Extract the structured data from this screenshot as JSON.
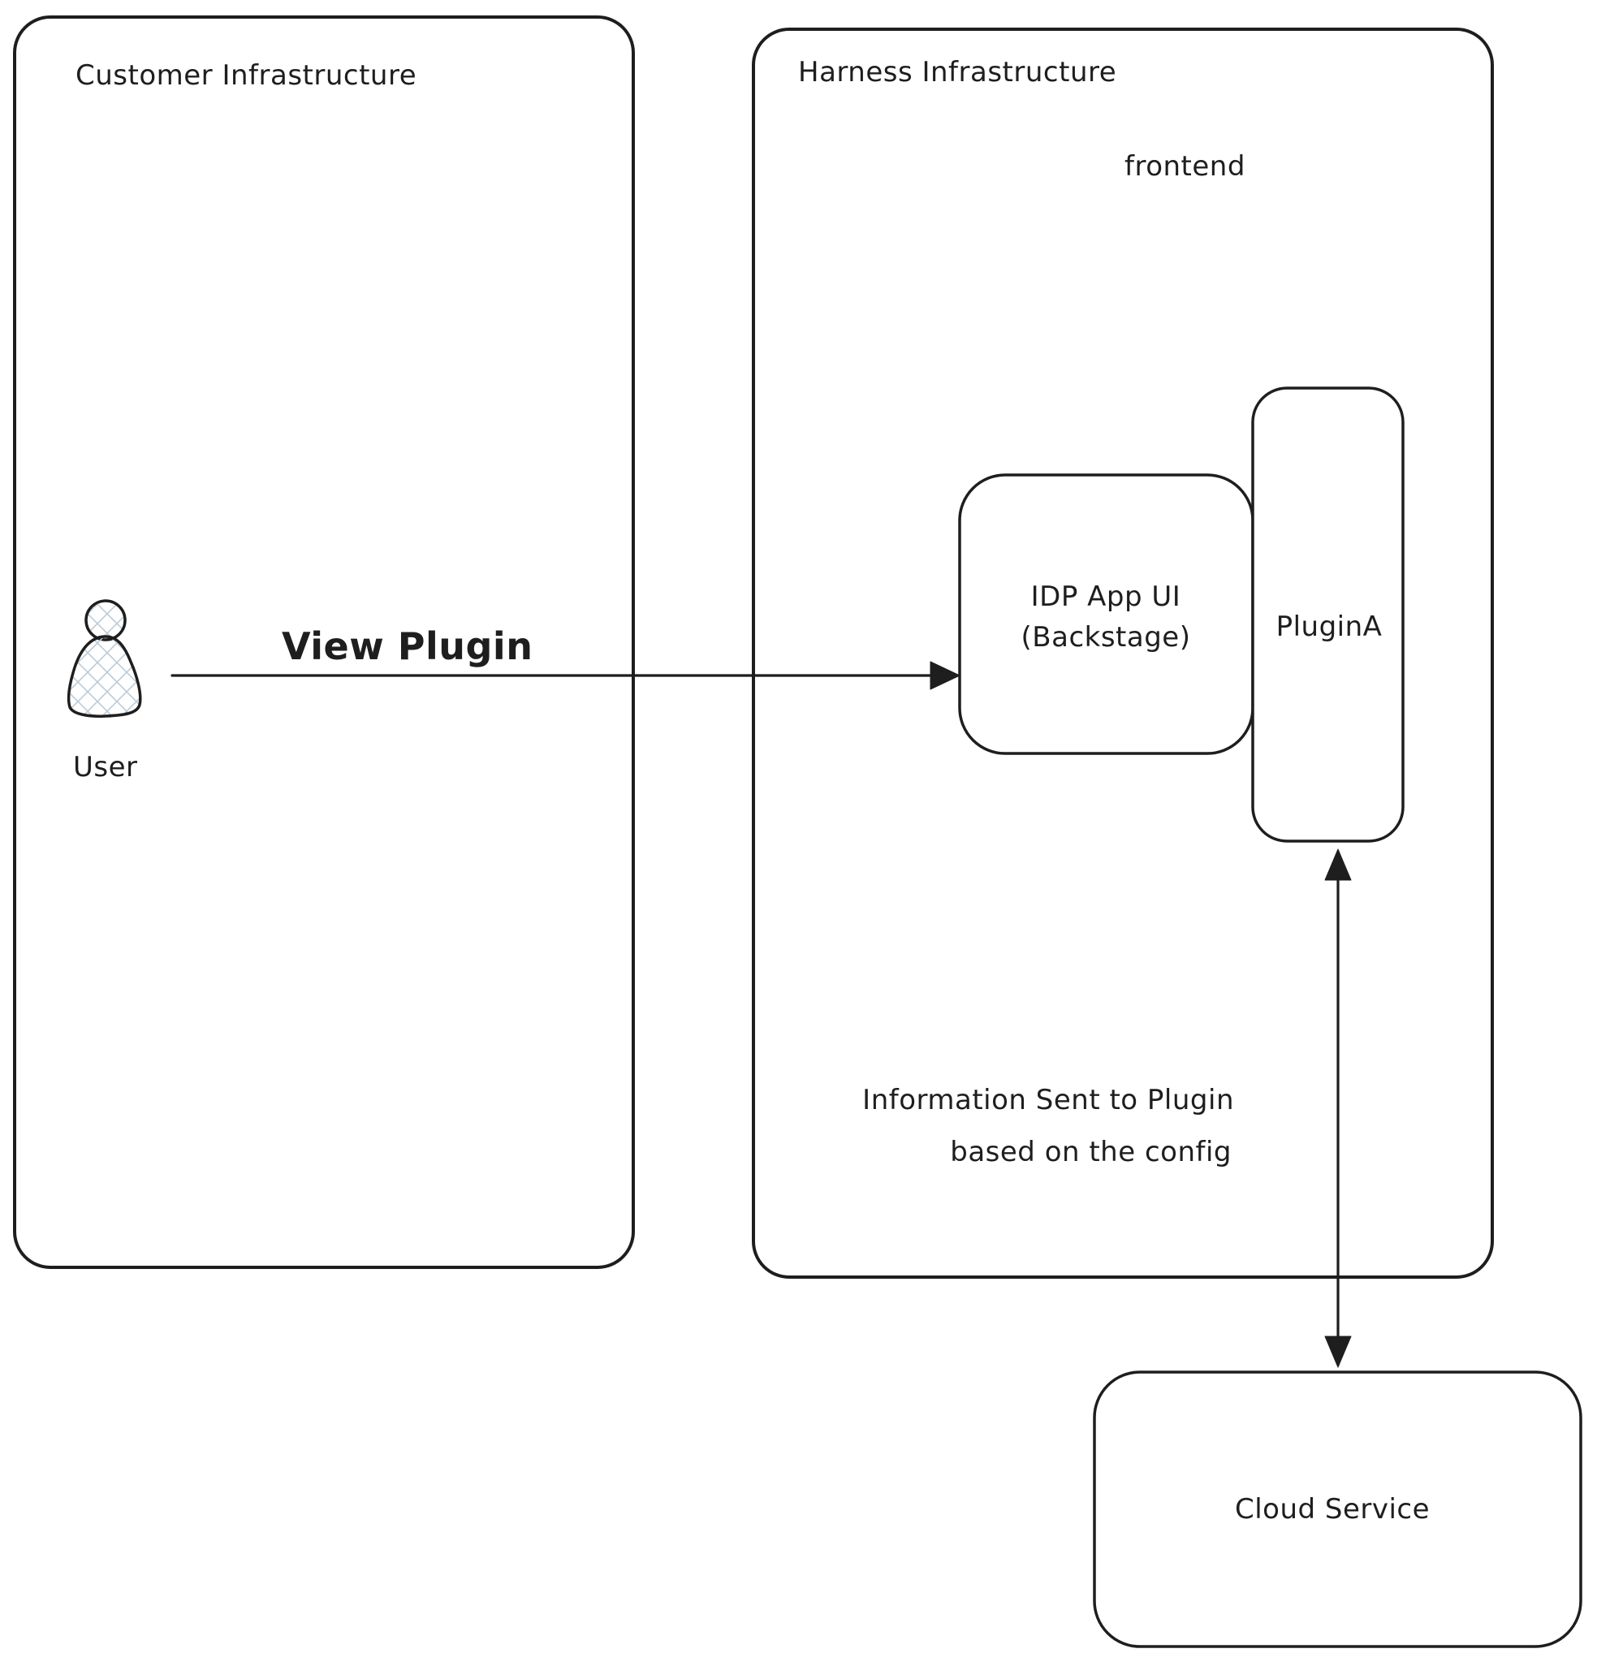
{
  "diagram": {
    "stroke_color": "#1e1e1e",
    "background_color": "#ffffff"
  },
  "containers": {
    "customer": {
      "label": "Customer Infrastructure"
    },
    "harness": {
      "label": "Harness Infrastructure",
      "sublabel": "frontend"
    }
  },
  "nodes": {
    "user": {
      "label": "User"
    },
    "idp_app_ui": {
      "label_line1": "IDP App UI",
      "label_line2": "(Backstage)"
    },
    "plugin_a": {
      "label": "PluginA"
    },
    "cloud_service": {
      "label": "Cloud Service",
      "fill": "#a5d8ff"
    }
  },
  "edges": {
    "view_plugin": {
      "label": "View Plugin"
    },
    "info_to_plugin": {
      "label_line1": "Information Sent to Plugin",
      "label_line2": "based on the config"
    }
  }
}
